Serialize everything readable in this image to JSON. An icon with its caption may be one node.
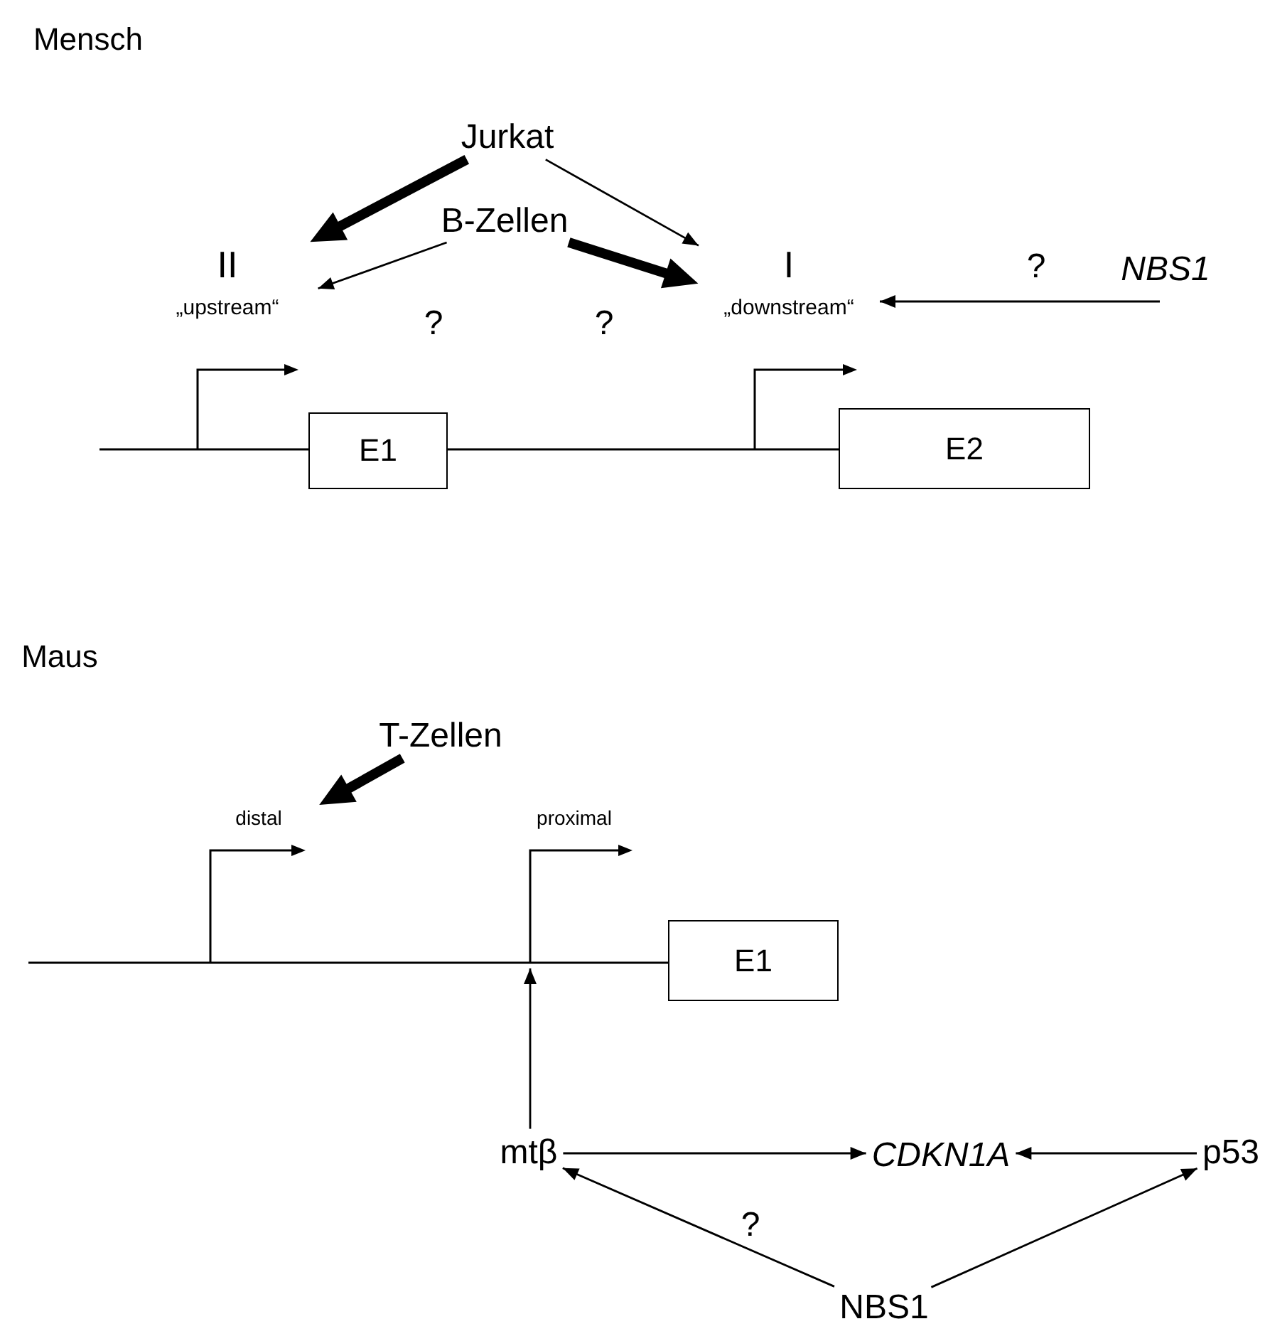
{
  "diagram": {
    "nodes": [
      {
        "text": [
          "Jurkat"
        ]
      },
      {
        "text": [
          "B-Zellen"
        ]
      },
      {
        "text": [
          "II",
          "„upstream“"
        ]
      },
      {
        "text": [
          "I",
          "„downstream“"
        ]
      },
      {
        "text": [
          "NBS1"
        ]
      },
      {
        "text": [
          "E1"
        ]
      },
      {
        "text": [
          "E2"
        ]
      },
      {
        "text": [
          "T-Zellen"
        ]
      },
      {
        "text": [
          "distal"
        ]
      },
      {
        "text": [
          "proximal"
        ]
      },
      {
        "text": [
          "E1"
        ]
      },
      {
        "text": [
          "mtβ"
        ]
      },
      {
        "text": [
          "CDKN1A"
        ]
      },
      {
        "text": [
          "p53"
        ]
      },
      {
        "text": [
          "NBS1"
        ]
      }
    ],
    "edges": [
      {
        "from": 0,
        "to": 2,
        "arrow": "to",
        "style": "thick"
      },
      {
        "from": 0,
        "to": 3,
        "arrow": "to"
      },
      {
        "from": 1,
        "to": 2,
        "arrow": "to",
        "label": "?"
      },
      {
        "from": 1,
        "to": 3,
        "arrow": "to",
        "style": "thick",
        "label": "?"
      },
      {
        "from": 4,
        "to": 3,
        "arrow": "to",
        "label": "?"
      },
      {
        "from": 7,
        "to": 8,
        "arrow": "to",
        "style": "thick"
      },
      {
        "from": 11,
        "to": 9,
        "arrow": "to"
      },
      {
        "from": 11,
        "to": 12,
        "arrow": "to"
      },
      {
        "from": 13,
        "to": 12,
        "arrow": "to"
      },
      {
        "from": 14,
        "to": 11,
        "arrow": "to",
        "label": "?"
      },
      {
        "from": 14,
        "to": 13,
        "arrow": "to"
      }
    ],
    "labels": [
      "Mensch",
      "Maus"
    ]
  }
}
